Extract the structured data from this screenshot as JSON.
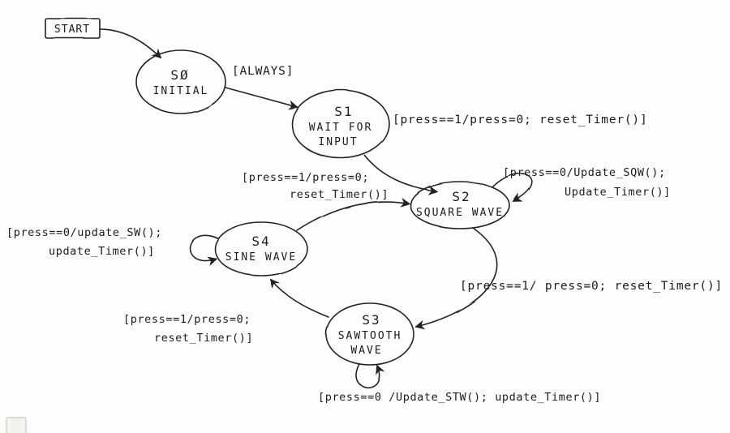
{
  "diagram": {
    "kind": "hand-drawn finite state machine",
    "ink_color": "#232323",
    "paper_color": "#fdfdfb"
  },
  "start": {
    "label": "START"
  },
  "states": {
    "s0": {
      "id": "SØ",
      "line1": "INITIAL"
    },
    "s1": {
      "id": "S1",
      "line1": "WAIT FOR",
      "line2": "INPUT"
    },
    "s2": {
      "id": "S2",
      "line1": "SQUARE WAVE"
    },
    "s3": {
      "id": "S3",
      "line1": "SAWTOOTH",
      "line2": "WAVE"
    },
    "s4": {
      "id": "S4",
      "line1": "SINE WAVE"
    }
  },
  "transitions": {
    "s0_s1": {
      "label": "[ALWAYS]"
    },
    "s1_s2": {
      "label": "[press==1/press=0; reset_Timer()]"
    },
    "s2_self": {
      "line1": "[press==0/Update_SQW();",
      "line2": "Update_Timer()]"
    },
    "s4_s2": {
      "line1": "[press==1/press=0;",
      "line2": "reset_Timer()]"
    },
    "s2_s3": {
      "label": "[press==1/ press=0; reset_Timer()]"
    },
    "s3_self": {
      "label": "[press==0 /Update_STW(); update_Timer()]"
    },
    "s3_s4": {
      "line1": "[press==1/press=0;",
      "line2": "reset_Timer()]"
    },
    "s4_self": {
      "line1": "[press==0/update_SW();",
      "line2": "update_Timer()]"
    }
  }
}
